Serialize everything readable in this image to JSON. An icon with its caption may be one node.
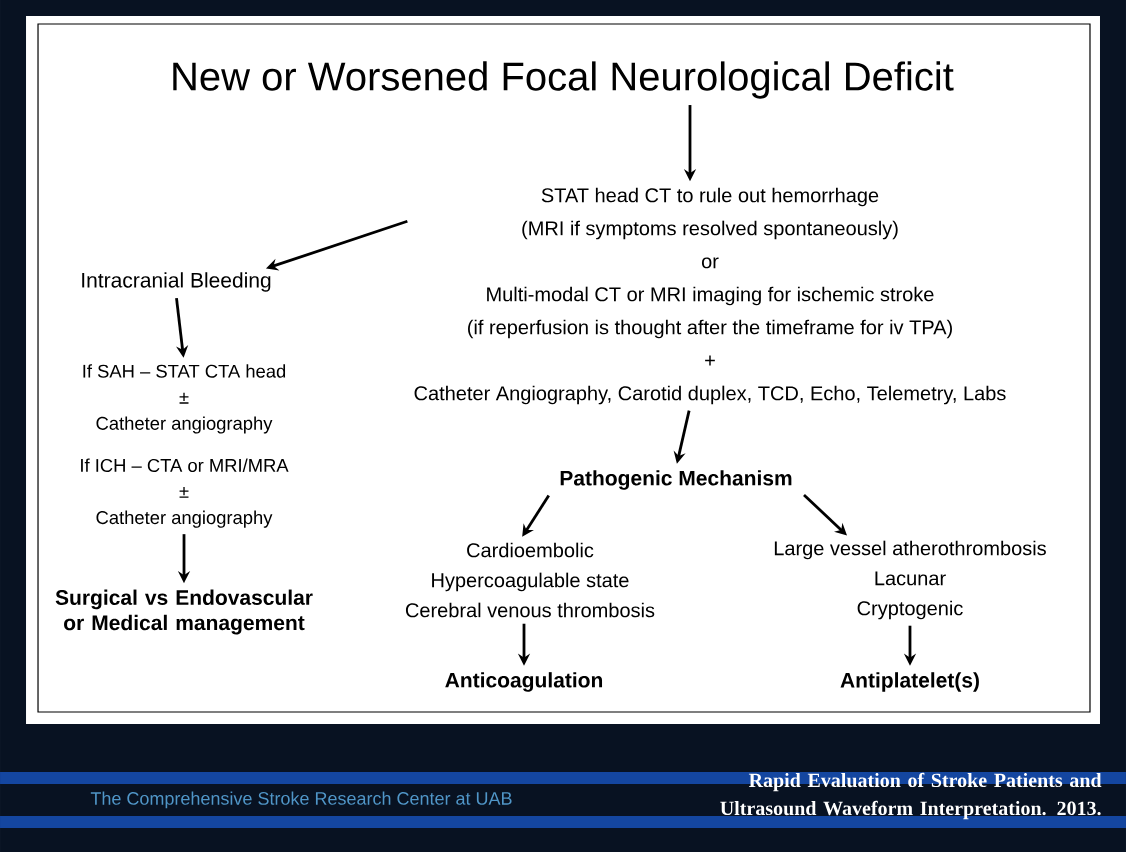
{
  "diagram": {
    "nodes": [
      {
        "text": [
          "New or Worsened Focal Neurological Deficit"
        ]
      },
      {
        "text": [
          "STAT head CT to rule out hemorrhage",
          "(MRI if symptoms resolved spontaneously)",
          "or",
          "Multi-modal CT or MRI imaging for ischemic stroke",
          "(if reperfusion is thought after the timeframe for iv TPA)",
          "+",
          "Catheter Angiography, Carotid duplex, TCD, Echo, Telemetry, Labs"
        ]
      },
      {
        "text": [
          "Intracranial Bleeding"
        ]
      },
      {
        "text": [
          "If SAH – STAT CTA head",
          "±",
          "Catheter angiography",
          "If ICH – CTA or MRI/MRA",
          "±",
          "Catheter angiography"
        ]
      },
      {
        "text": [
          "Surgical vs Endovascular or Medical management"
        ]
      },
      {
        "text": [
          "Pathogenic Mechanism"
        ]
      },
      {
        "text": [
          "Cardioembolic",
          "Hypercoagulable state",
          "Cerebral venous thrombosis"
        ]
      },
      {
        "text": [
          "Large vessel atherothrombosis",
          "Lacunar",
          "Cryptogenic"
        ]
      },
      {
        "text": [
          "Anticoagulation"
        ]
      },
      {
        "text": [
          "Antiplatelet(s)"
        ]
      }
    ],
    "edges": [
      {
        "from": 0,
        "to": 1,
        "arrow": "to"
      },
      {
        "from": 1,
        "to": 2,
        "arrow": "to"
      },
      {
        "from": 2,
        "to": 3,
        "arrow": "to"
      },
      {
        "from": 3,
        "to": 4,
        "arrow": "to"
      },
      {
        "from": 1,
        "to": 5,
        "arrow": "to"
      },
      {
        "from": 5,
        "to": 6,
        "arrow": "to"
      },
      {
        "from": 5,
        "to": 7,
        "arrow": "to"
      },
      {
        "from": 6,
        "to": 8,
        "arrow": "to"
      },
      {
        "from": 7,
        "to": 9,
        "arrow": "to"
      }
    ],
    "labels": [
      "The Comprehensive Stroke Research Center at UAB",
      "Rapid Evaluation of Stroke Patients and Ultrasound Waveform Interpretation. 2013."
    ]
  }
}
